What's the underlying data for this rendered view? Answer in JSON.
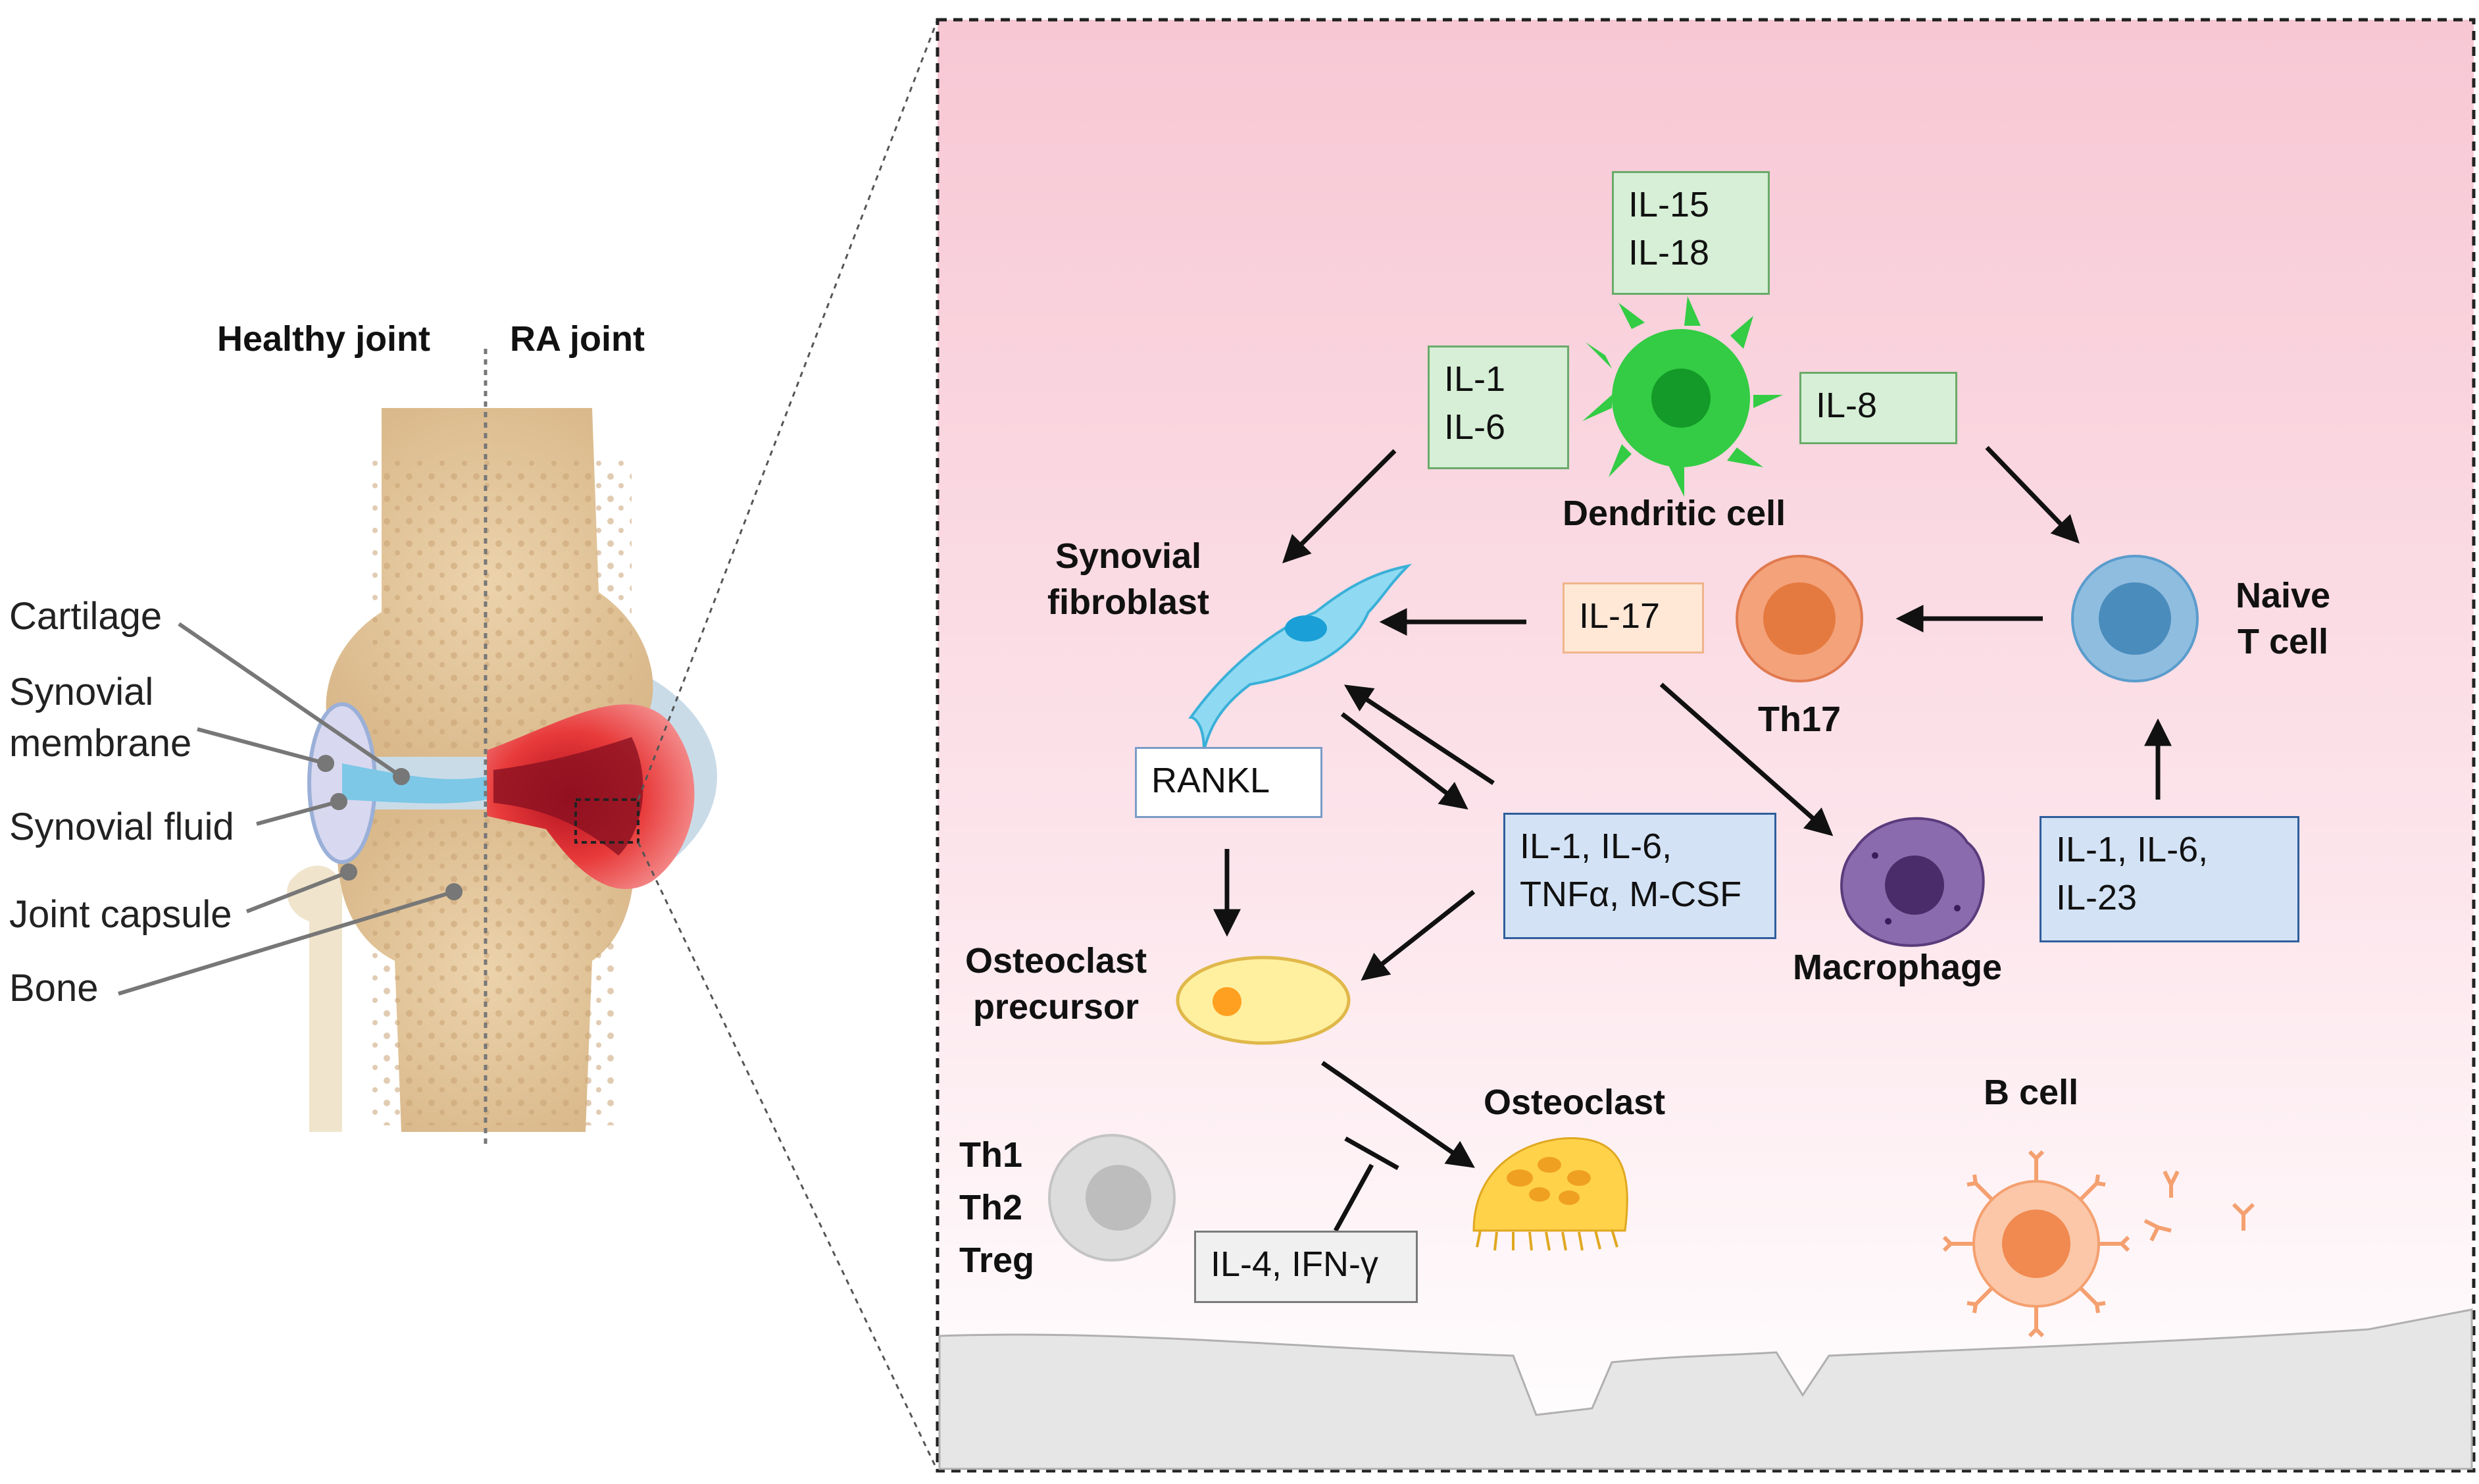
{
  "left_panel": {
    "header_healthy": "Healthy joint",
    "header_ra": "RA joint",
    "labels": {
      "cartilage": "Cartilage",
      "synovial_membrane_1": "Synovial",
      "synovial_membrane_2": "membrane",
      "synovial_fluid": "Synovial fluid",
      "joint_capsule": "Joint capsule",
      "bone": "Bone"
    }
  },
  "right_panel": {
    "cells": {
      "dendritic": "Dendritic cell",
      "synovial_fibroblast_1": "Synovial",
      "synovial_fibroblast_2": "fibroblast",
      "th17": "Th17",
      "naive_t_1": "Naive",
      "naive_t_2": "T cell",
      "macrophage": "Macrophage",
      "osteoclast_precursor_1": "Osteoclast",
      "osteoclast_precursor_2": "precursor",
      "osteoclast": "Osteoclast",
      "b_cell": "B cell",
      "th1": "Th1",
      "th2": "Th2",
      "treg": "Treg"
    },
    "boxes": {
      "il15_18": [
        "IL-15",
        "IL-18"
      ],
      "il1_6_top": [
        "IL-1",
        "IL-6"
      ],
      "il8": "IL-8",
      "il17": "IL-17",
      "rankl": "RANKL",
      "il1_6_tnf": [
        "IL-1, IL-6,",
        "TNFα, M-CSF"
      ],
      "il1_6_23": [
        "IL-1, IL-6,",
        "IL-23"
      ],
      "il4_ifng": "IL-4, IFN-γ"
    }
  },
  "colors": {
    "panel_top": "#f7c9d6",
    "panel_bottom": "#ffffff",
    "green_box": "#d6efd6",
    "blue_box": "#d3e2f5",
    "dendritic_cell": "#33cc44",
    "th17_cell": "#f08a5a",
    "naive_t_cell": "#5a9ccc",
    "macrophage": "#6a4c8c",
    "fibroblast": "#7fd3ee",
    "osteoclast": "#ffd24a",
    "b_cell": "#f7a070",
    "inflamed_synovium": "#e8383a",
    "bone": "#e8cfa8"
  }
}
